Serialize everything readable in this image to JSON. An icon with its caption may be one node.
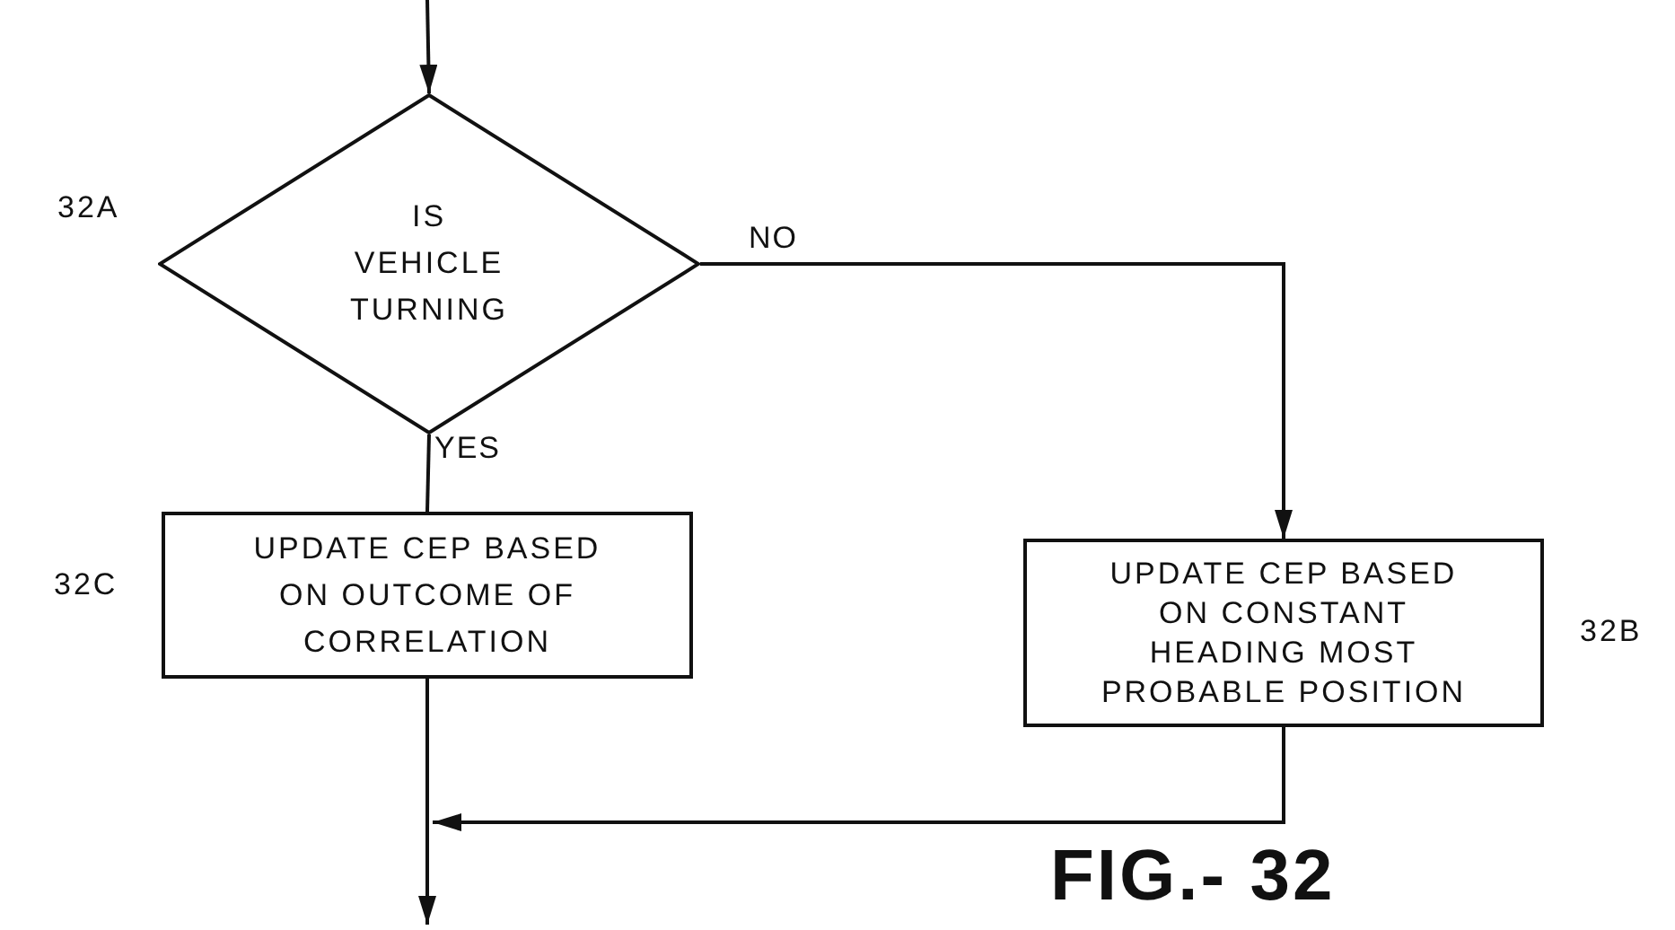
{
  "diagram": {
    "nodes": [
      {
        "text": [
          "IS VEHICLE TURNING"
        ]
      },
      {
        "text": [
          "UPDATE CEP BASED ON OUTCOME OF CORRELATION"
        ]
      },
      {
        "text": [
          "UPDATE CEP BASED ON CONSTANT HEADING MOST PROBABLE POSITION"
        ]
      }
    ],
    "edges": [
      {
        "from": null,
        "to": 0,
        "arrow": "to"
      },
      {
        "from": 0,
        "to": 1,
        "arrow": "none",
        "label": "YES"
      },
      {
        "from": 0,
        "to": 2,
        "arrow": "to",
        "label": "NO"
      },
      {
        "from": 1,
        "to": null,
        "arrow": "to"
      },
      {
        "from": 2,
        "to": null,
        "arrow": "to"
      }
    ],
    "labels": [
      "32A",
      "32C",
      "32B",
      "FIG.- 32"
    ]
  }
}
